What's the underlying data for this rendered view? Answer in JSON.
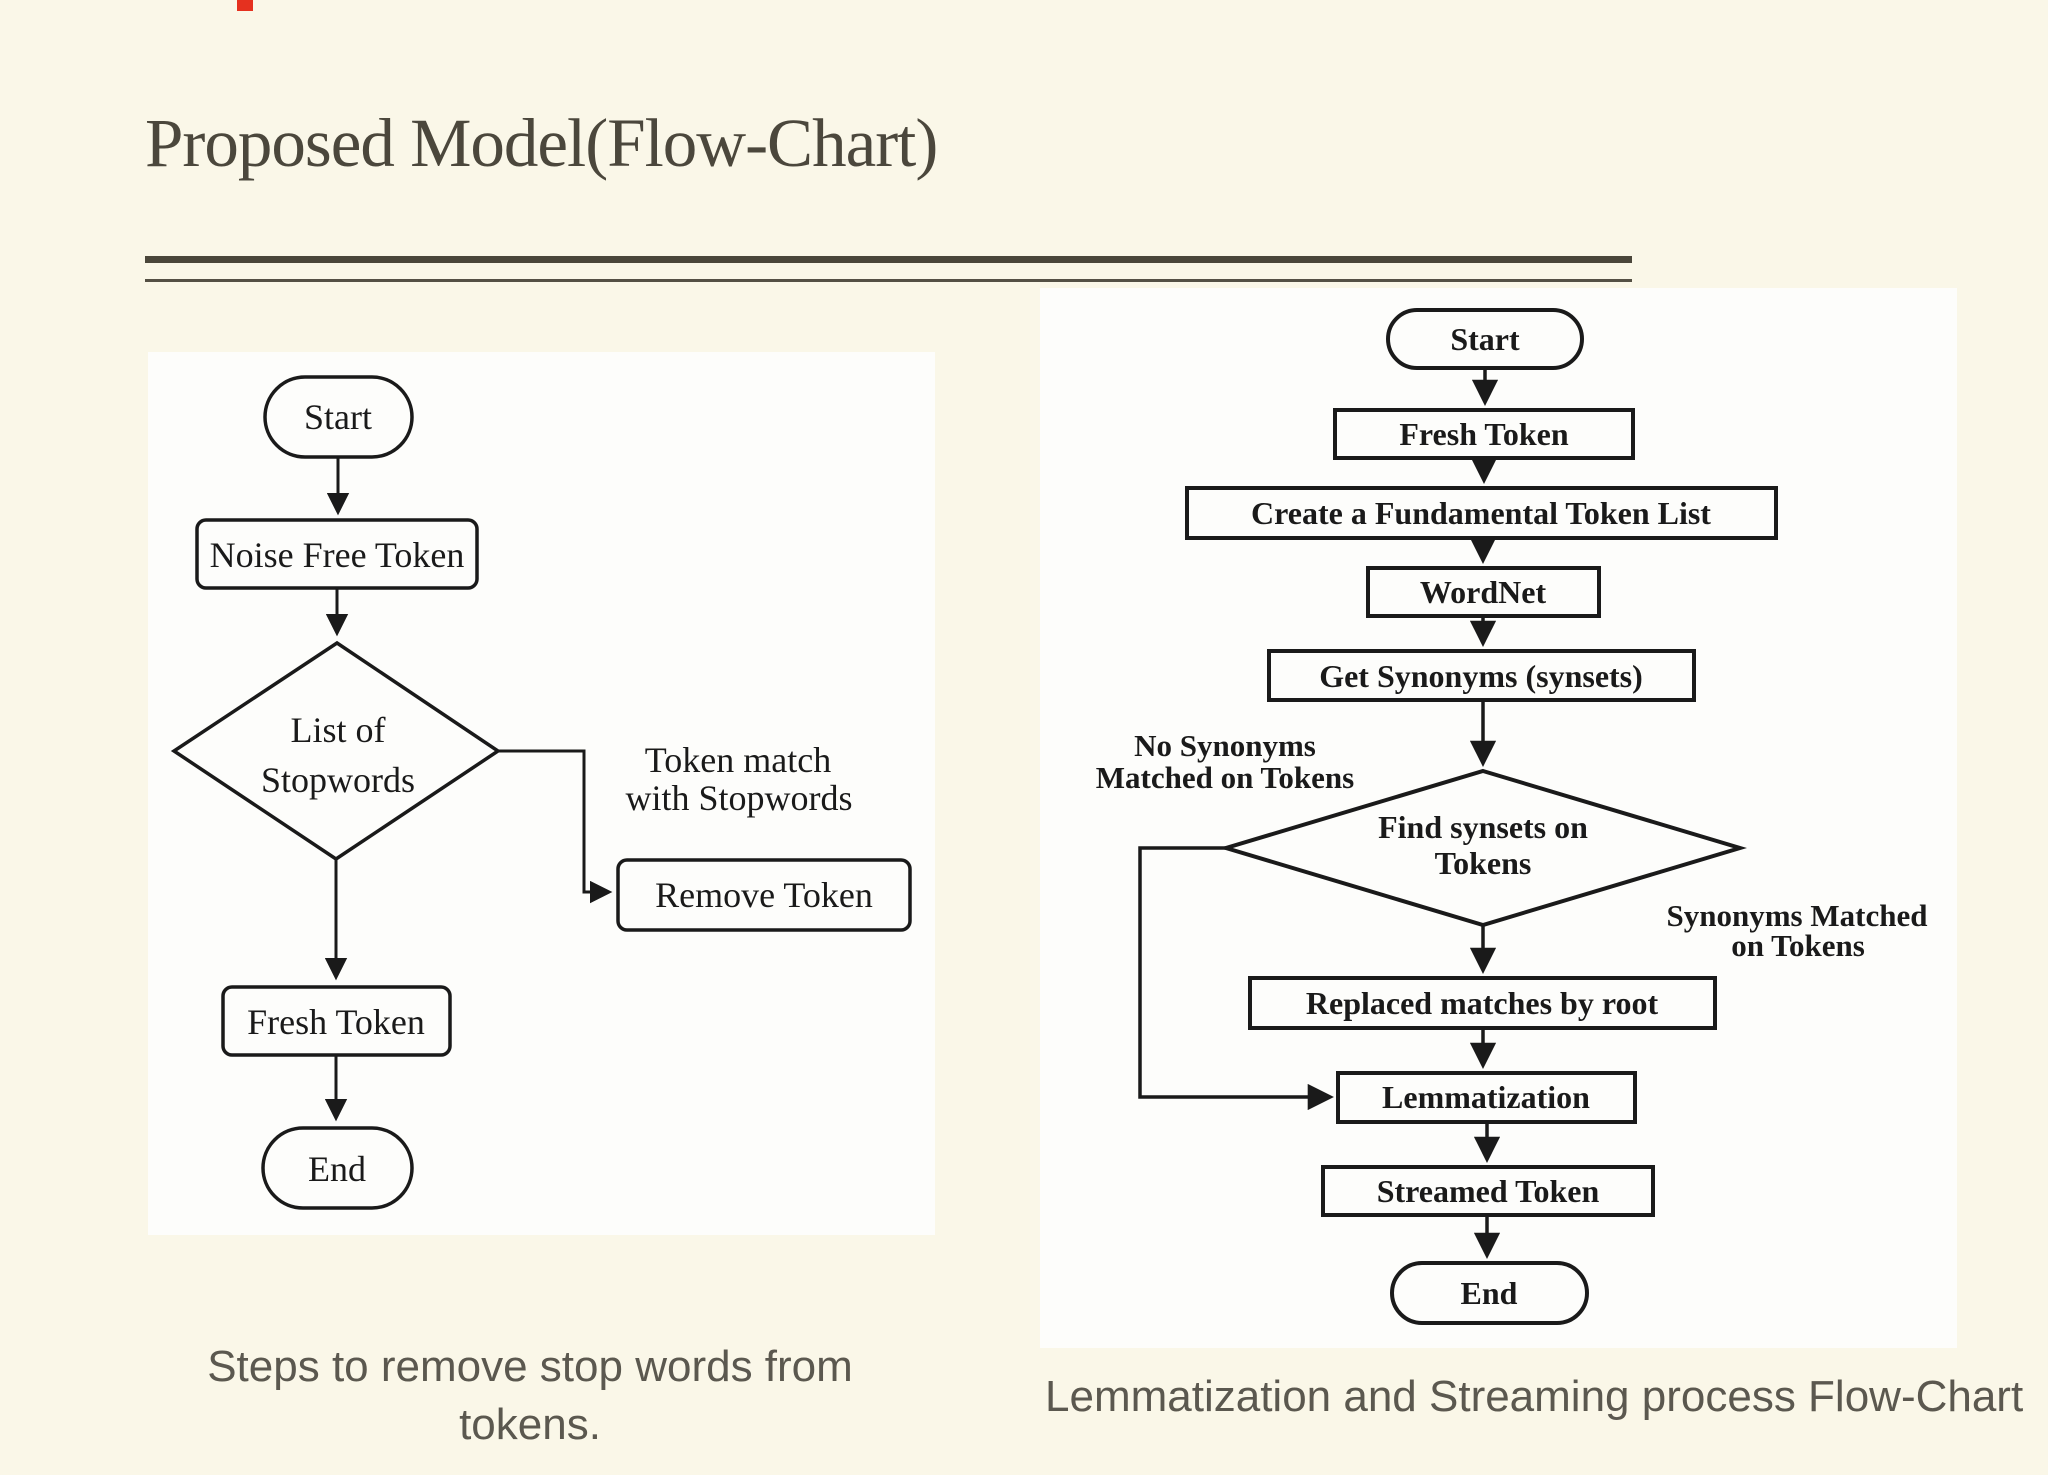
{
  "page": {
    "title": "Proposed Model(Flow-Chart)",
    "background_color": "#FAF7E8",
    "rule_color": "#4A463A",
    "ink_color": "#1A1A1A",
    "caption_color": "#5B584F",
    "red_mark_color": "#E5311F"
  },
  "left_chart": {
    "caption": {
      "line1": "Steps to remove stop words from",
      "line2": "tokens."
    },
    "nodes": {
      "start": "Start",
      "noise_free": "Noise Free Token",
      "decision_line1": "List of",
      "decision_line2": "Stopwords",
      "remove": "Remove Token",
      "fresh": "Fresh Token",
      "end": "End"
    },
    "labels": {
      "branch_line1": "Token match",
      "branch_line2": "with Stopwords"
    }
  },
  "right_chart": {
    "caption": "Lemmatization and Streaming process Flow-Chart",
    "nodes": {
      "start": "Start",
      "fresh": "Fresh Token",
      "create_list": "Create a Fundamental Token List",
      "wordnet": "WordNet",
      "get_synonyms": "Get Synonyms (synsets)",
      "decision_line1": "Find synsets on",
      "decision_line2": "Tokens",
      "replaced": "Replaced matches by root",
      "lemmatization": "Lemmatization",
      "streamed": "Streamed Token",
      "end": "End"
    },
    "labels": {
      "no_match_line1": "No Synonyms",
      "no_match_line2": "Matched on Tokens",
      "matched_line1": "Synonyms Matched",
      "matched_line2": "on Tokens"
    }
  }
}
